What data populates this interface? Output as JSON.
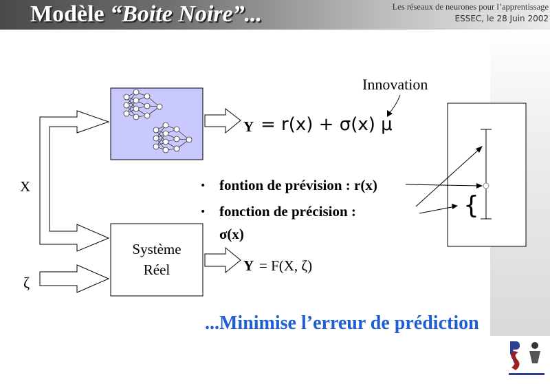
{
  "header": {
    "title_prefix": "Modèle ",
    "title_emph": "“Boite Noire”...",
    "subtitle_line1": "Les réseaux de neurones pour  l’apprentissage",
    "subtitle_line2": "ESSEC, le 28 Juin 2002"
  },
  "diagram": {
    "input_x_label": "X",
    "input_zeta_label": "ζ",
    "system_box_line1": "Système",
    "system_box_line2": "Réel",
    "model_output_y": "Y",
    "model_output_eq": "= r(x) + σ(x) μ",
    "innovation_label": "Innovation",
    "system_output_y": "Y",
    "system_output_eq": "= F(X, ζ)",
    "bracket": "{"
  },
  "bullets": [
    {
      "text": "fontion de prévision : r(x)"
    },
    {
      "text_line1": "fonction de précision :",
      "text_line2": "σ(x)"
    }
  ],
  "conclusion": "...Minimise l’erreur de prédiction",
  "colors": {
    "conclusion": "#1f5fd0",
    "nn_box_fill": "#c9c9ff",
    "neuron_fill": "#ffffff"
  }
}
